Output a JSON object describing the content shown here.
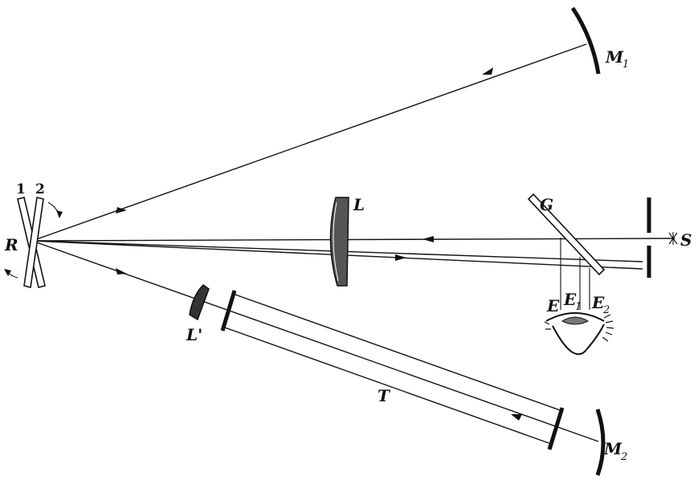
{
  "labels": {
    "mirror_1": "M",
    "mirror_1_sub": "1",
    "mirror_2": "M",
    "mirror_2_sub": "2",
    "lens_L": "L",
    "lens_L_prime": "L'",
    "tube": "T",
    "plate_G": "G",
    "source": "S",
    "rotator": "R",
    "rotator_plate_1": "1",
    "rotator_plate_2": "2",
    "beam_E": "E",
    "beam_E1": "E",
    "beam_E1_sub": "1",
    "beam_E2": "E",
    "beam_E2_sub": "2"
  },
  "icons": {
    "source_mark": "asterisk-icon",
    "observer": "eye-icon"
  }
}
